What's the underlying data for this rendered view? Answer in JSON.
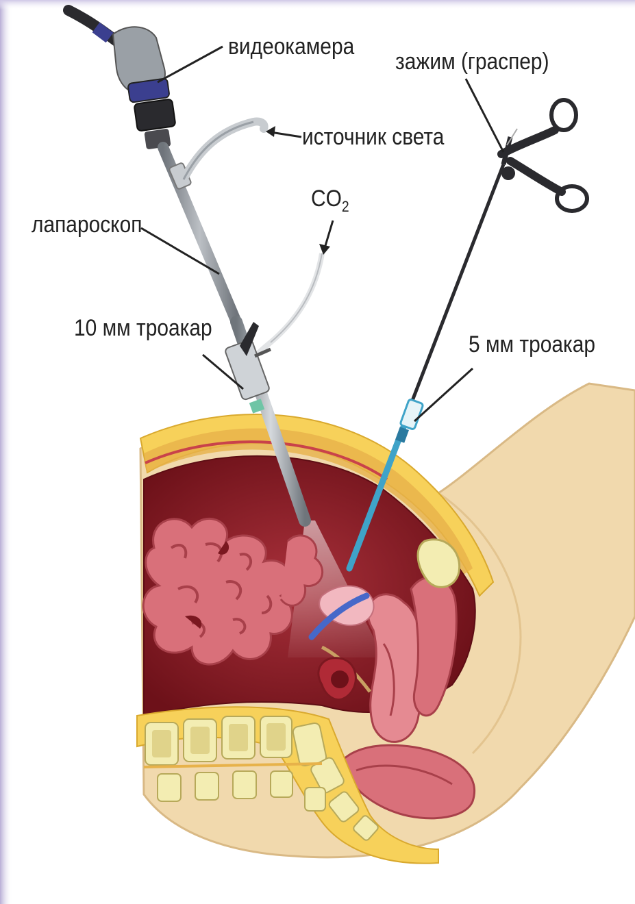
{
  "labels": {
    "camera": "видеокамера",
    "grasper": "зажим (граспер)",
    "light_source": "источник света",
    "co2_main": "CO",
    "co2_sub": "2",
    "laparoscope": "лапароскоп",
    "trocar_10mm": "10 мм троакар",
    "trocar_5mm": "5 мм троакар"
  },
  "colors": {
    "frame_edge": "#c9bfe0",
    "skin": "#f1d9ad",
    "fat": "#f7d15a",
    "cavity": "#8e1b24",
    "intestine": "#d9707a",
    "bone": "#f3edb2",
    "instrument": "#9aa0a6",
    "trocar_blue": "#3fa3c8"
  }
}
